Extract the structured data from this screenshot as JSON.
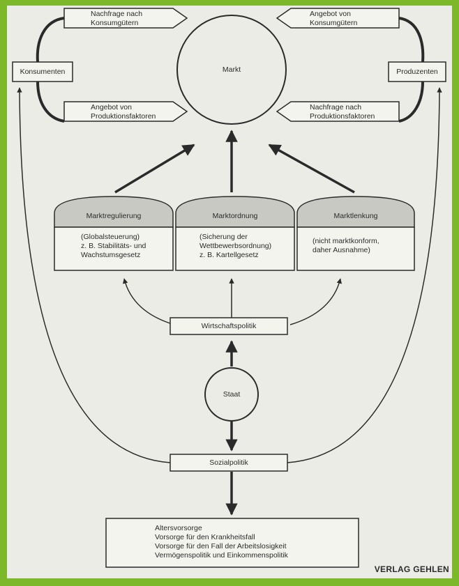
{
  "market": "Markt",
  "consumers": "Konsumenten",
  "producers": "Produzenten",
  "flows": {
    "demand_consumer_goods": [
      "Nachfrage nach",
      "Konsumgütern"
    ],
    "supply_consumer_goods": [
      "Angebot von",
      "Konsumgütern"
    ],
    "supply_production_factors": [
      "Angebot von",
      "Produktionsfaktoren"
    ],
    "demand_production_factors": [
      "Nachfrage nach",
      "Produktionsfaktoren"
    ]
  },
  "domes": [
    {
      "title": "Marktregulierung",
      "lines": [
        "(Globalsteuerung)",
        "z. B. Stabilitäts- und",
        "Wachstumsgesetz"
      ]
    },
    {
      "title": "Marktordnung",
      "lines": [
        "(Sicherung der",
        "Wettbewerbsordnung)",
        "z. B. Kartellgesetz"
      ]
    },
    {
      "title": "Marktlenkung",
      "lines": [
        "(nicht marktkonform,",
        "daher Ausnahme)"
      ]
    }
  ],
  "economic_policy": "Wirtschaftspolitik",
  "state": "Staat",
  "social_policy": "Sozialpolitik",
  "social_measures": [
    "Altersvorsorge",
    "Vorsorge für den Krankheitsfall",
    "Vorsorge für den Fall der Arbeitslosigkeit",
    "Vermögenspolitik und Einkommenspolitik"
  ],
  "publisher": "VERLAG GEHLEN",
  "colors": {
    "frame": "#7cb82a",
    "paper": "#ecece6",
    "dome": "#c9c9c4",
    "ink": "#2a2a2a"
  }
}
